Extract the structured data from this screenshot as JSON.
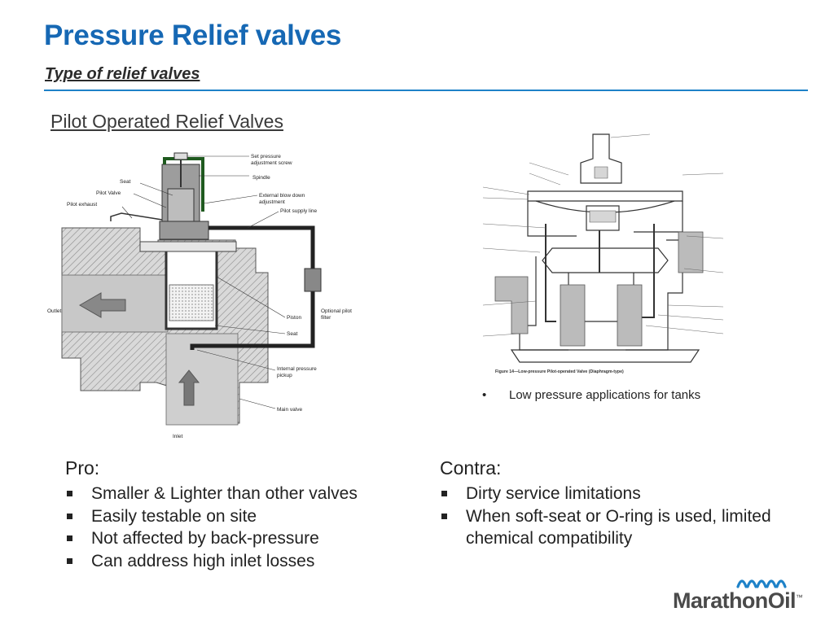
{
  "header": {
    "title": "Pressure Relief valves",
    "subtitle": "Type of relief valves"
  },
  "section_heading": "Pilot Operated Relief Valves",
  "left_diagram": {
    "labels": {
      "set_pressure": "Set pressure",
      "adjustment_screw": "adjustment screw",
      "seat_top": "Seat",
      "spindle": "Spindle",
      "pilot_valve": "Pilot Valve",
      "ext_blow_down_1": "External blow down",
      "ext_blow_down_2": "adjustment",
      "pilot_exhaust": "Pilot exhaust",
      "pilot_supply": "Pilot supply line",
      "optional_filter_1": "Optional pilot",
      "optional_filter_2": "filter",
      "outlet": "Outlet",
      "piston": "Piston",
      "seat_bottom": "Seat",
      "internal_pickup_1": "Internal pressure",
      "internal_pickup_2": "pickup",
      "main_valve": "Main valve",
      "inlet": "Inlet"
    }
  },
  "right_diagram": {
    "caption": "Figure 14—Low-pressure Pilot-operated Valve (Diaphragm-type)"
  },
  "note": {
    "bullet": "•",
    "text": "Low pressure applications for tanks"
  },
  "pro": {
    "heading": "Pro:",
    "items": [
      "Smaller & Lighter than other valves",
      "Easily testable on site",
      "Not affected by back-pressure",
      "Can address high inlet losses"
    ]
  },
  "contra": {
    "heading": "Contra:",
    "items": [
      "Dirty service limitations",
      "When soft-seat or O-ring is used, limited chemical compatibility"
    ]
  },
  "logo": {
    "text": "MarathonOil",
    "tm": "™",
    "color": "#1e82c8"
  }
}
